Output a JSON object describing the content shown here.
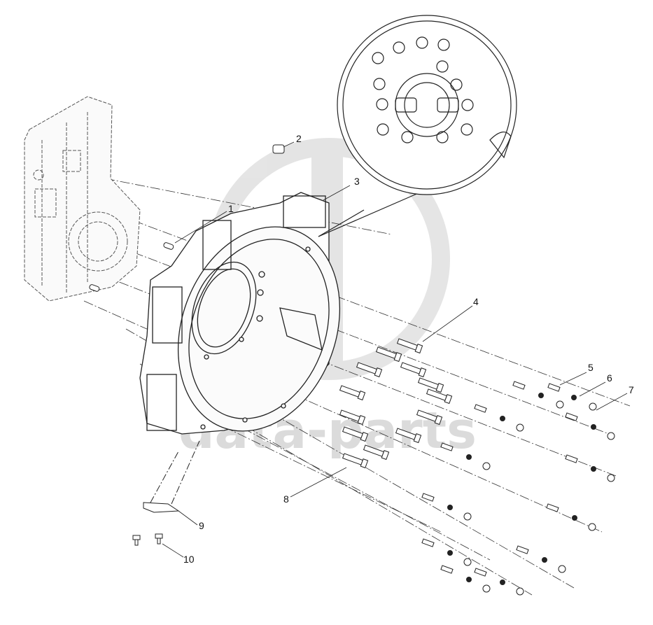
{
  "diagram": {
    "watermark_text": "data-parts",
    "top_mark": "",
    "callouts": [
      {
        "id": "1",
        "label": "1"
      },
      {
        "id": "2",
        "label": "2"
      },
      {
        "id": "3",
        "label": "3"
      },
      {
        "id": "4",
        "label": "4"
      },
      {
        "id": "5",
        "label": "5"
      },
      {
        "id": "6",
        "label": "6"
      },
      {
        "id": "7",
        "label": "7"
      },
      {
        "id": "8",
        "label": "8"
      },
      {
        "id": "9",
        "label": "9"
      },
      {
        "id": "10",
        "label": "10"
      }
    ]
  },
  "colors": {
    "line": "#222222",
    "watermark": "#cfcfcf",
    "background": "#ffffff"
  }
}
